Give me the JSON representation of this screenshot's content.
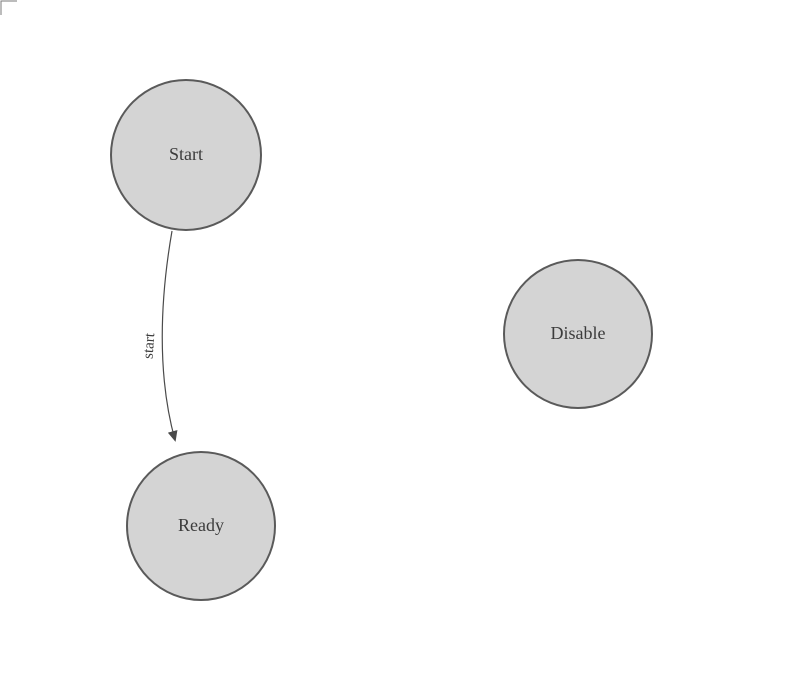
{
  "diagram": {
    "type": "state-diagram",
    "nodes": [
      {
        "id": "start-node",
        "label": "Start"
      },
      {
        "id": "ready-node",
        "label": "Ready"
      },
      {
        "id": "disable-node",
        "label": "Disable"
      }
    ],
    "edges": [
      {
        "from": "Start",
        "to": "Ready",
        "label": "start"
      }
    ],
    "colors": {
      "node_fill": "#d4d4d4",
      "node_stroke": "#5a5a5a",
      "edge_stroke": "#4a4a4a",
      "arrowhead": "#4a4a4a",
      "text": "#3b3b3b"
    }
  }
}
